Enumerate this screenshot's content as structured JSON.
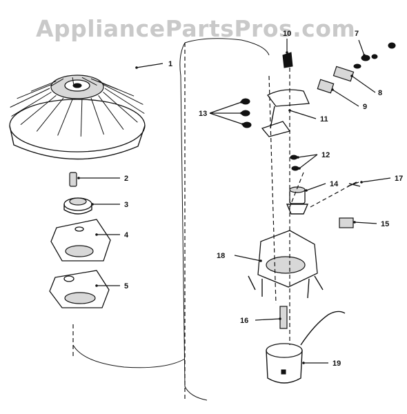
{
  "watermark": "AppliancePartsPros.com",
  "callouts": [
    "1",
    "2",
    "3",
    "4",
    "5",
    "7",
    "8",
    "9",
    "10",
    "11",
    "12",
    "13",
    "14",
    "15",
    "16",
    "17",
    "18",
    "19"
  ],
  "ink_color": "#111111",
  "watermark_color": "#c9c9c9"
}
